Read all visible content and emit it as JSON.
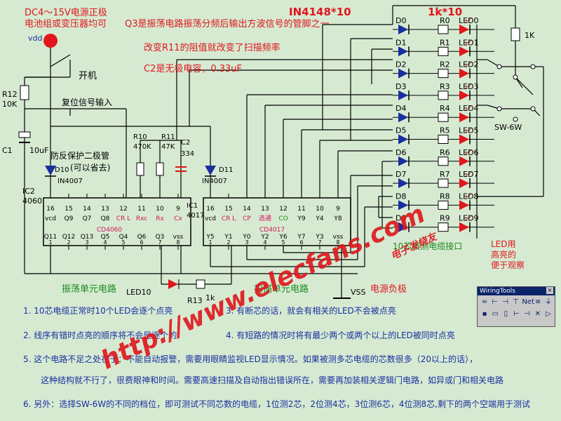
{
  "notes": {
    "power": [
      "DC4～15V电源正极",
      "电池组或变压器均可"
    ],
    "q3": "Q3是振荡电路振荡分频后输出方波信号的管脚之一",
    "r11": "改变R11的阻值就改变了扫描频率",
    "c2": "C2是无极电容，0.33uF",
    "protect": [
      "防反保护二极管",
      "(可以省去)"
    ],
    "reset": "复位信号输入",
    "switch_label": "开机",
    "cable": "10芯被测电缆接口",
    "led_note": [
      "LED用",
      "高亮的",
      "便于观察"
    ]
  },
  "labels": {
    "vdd": "vdd",
    "vss": "VSS",
    "diode_array": "IN4148*10",
    "res_array": "1k*10",
    "r12": "R12",
    "r12v": "10K",
    "c1": "C1",
    "c1v": "10uF",
    "d10": "D10",
    "d10p": "IN4007",
    "d11": "D11",
    "d11p": "IN4007",
    "r10": "R10",
    "r10v": "470K",
    "r11": "R11",
    "r11v": "47K",
    "c2": "C2",
    "c2v": "334",
    "ic2": "IC2",
    "ic2p": "4060",
    "ic1": "IC1",
    "ic1p": "4017",
    "cd4060": "CD4060",
    "cd4017": "CD4017",
    "sw": "SW-6W",
    "k1": "1K",
    "led10": "LED10",
    "r13": "R13",
    "r13v": "1k",
    "osc": "振荡单元电路",
    "scan": "扫描单元电路",
    "load": "电源负极"
  },
  "ic2_top": [
    "vcd",
    "Q9",
    "Q7",
    "Q8",
    "CR L",
    "Rxc",
    "Rx",
    "Cx"
  ],
  "ic2_top_nums": [
    "16",
    "15",
    "14",
    "13",
    "12",
    "11",
    "10",
    "9"
  ],
  "ic2_bot": [
    "Q11",
    "Q12",
    "Q13",
    "Q5",
    "Q4",
    "Q6",
    "Q3",
    "vss"
  ],
  "ic2_bot_nums": [
    "1",
    "2",
    "3",
    "4",
    "5",
    "6",
    "7",
    "8"
  ],
  "ic1_top": [
    "vcd",
    "CR L",
    "CP",
    "选通",
    "CO",
    "Y9",
    "Y4",
    "Y8"
  ],
  "ic1_top_nums": [
    "16",
    "15",
    "14",
    "13",
    "12",
    "11",
    "10",
    "9"
  ],
  "ic1_bot": [
    "Y5",
    "Y1",
    "Y0",
    "Y2",
    "Y6",
    "Y7",
    "Y3",
    "vss"
  ],
  "ic1_bot_nums": [
    "1",
    "2",
    "3",
    "4",
    "5",
    "6",
    "7",
    "8"
  ],
  "diodes": [
    "D0",
    "D1",
    "D2",
    "D3",
    "D4",
    "D5",
    "D6",
    "D7",
    "D8",
    "D9"
  ],
  "resistors": [
    "R0",
    "R1",
    "R2",
    "R3",
    "R4",
    "R5",
    "R6",
    "R7",
    "R8",
    "R9"
  ],
  "leds": [
    "LED0",
    "LED1",
    "LED2",
    "LED3",
    "LED4",
    "LED5",
    "LED6",
    "LED7",
    "LED8",
    "LED9"
  ],
  "descriptions": [
    "1. 10芯电缆正常时10个LED会逐个点亮",
    "3. 有断芯的话，就会有相关的LED不会被点亮",
    "2. 线序有错时点亮的顺序将不会是逐个的",
    "4. 有短路的情况时将有最少两个或两个以上的LED被同时点亮",
    "5. 这个电路不足之处在于：不能自动报警，需要用眼睛监视LED显示情况。如果被测多芯电缆的芯数很多（20以上的话），",
    "这种结构就不行了，很费眼神和时间。需要高速扫描及自动指出错误所在，需要再加装相关逻辑门电路，如异或门和相关电路",
    "6. 另外：选择SW-6W的不同的档位，即可测试不同芯数的电缆，1位测2芯，2位测4芯，3位测6芯，4位测8芯,剩下的两个空端用于测试"
  ],
  "watermark": [
    "http://www.elecfans.com",
    "电子发烧友"
  ],
  "toolbox": {
    "title": "WiringTools",
    "close": "×",
    "row1": [
      "≈",
      "⊢",
      "⊣",
      "⊤",
      "Net",
      "≡",
      "⏚"
    ],
    "row2": [
      "▪",
      "▭",
      "▯",
      "⊢",
      "⊣",
      "✕",
      "▷"
    ]
  },
  "colors": {
    "bg": "#d6ead2",
    "red": "#e0161c",
    "blue": "#1a2ea0",
    "green": "#1c8a1c",
    "wire": "#000000"
  }
}
